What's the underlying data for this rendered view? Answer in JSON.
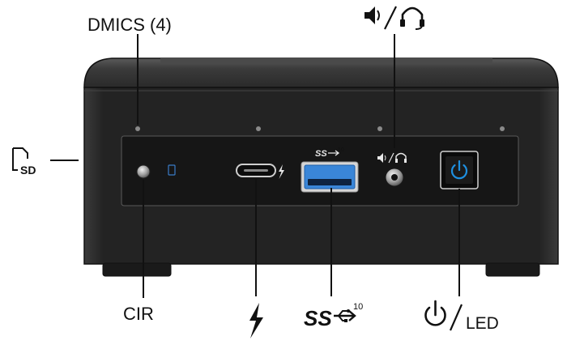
{
  "labels": {
    "dmics": "DMICS (4)",
    "cir": "CIR",
    "led": "LED",
    "usb_speed": "10"
  },
  "icons": [
    "sd-card-icon",
    "speaker-headset-icon",
    "thunderbolt-icon",
    "superspeed-usb-10-icon",
    "power-icon"
  ],
  "colors": {
    "chassis": "#1f1f1f",
    "panel": "#161616",
    "usb_port_blue": "#3a86d8",
    "power_led_blue": "#1e8fe0",
    "leader_line": "#111111"
  }
}
